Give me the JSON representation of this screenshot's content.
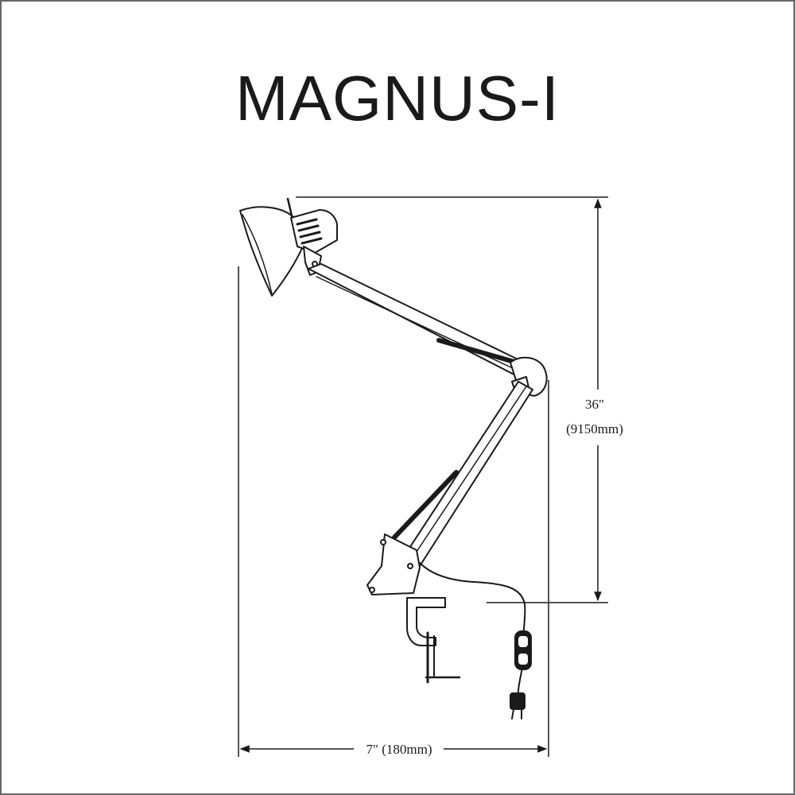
{
  "title": "MAGNUS-I",
  "dimensions": {
    "height_in": "36\"",
    "height_mm": "(9150mm)",
    "width_label": "7\" (180mm)"
  },
  "colors": {
    "line": "#1a1a1a",
    "frame": "#666666"
  }
}
